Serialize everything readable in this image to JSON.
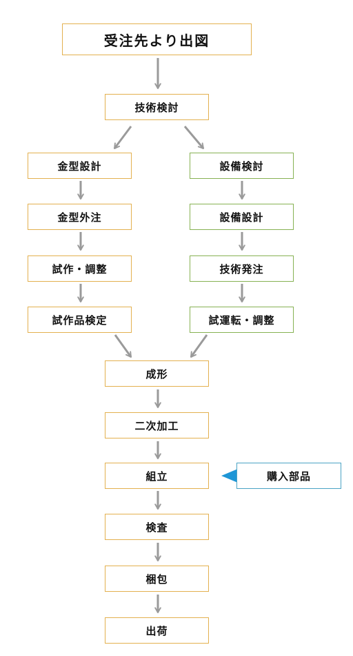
{
  "flow": {
    "start": "受注先より出図",
    "tech_review": "技術検討",
    "left_branch": [
      "金型設計",
      "金型外注",
      "試作・調整",
      "試作品検定"
    ],
    "right_branch": [
      "設備検討",
      "設備設計",
      "技術発注",
      "試運転・調整"
    ],
    "main": [
      "成形",
      "二次加工",
      "組立",
      "検査",
      "梱包",
      "出荷"
    ],
    "side_input": "購入部品"
  },
  "colors": {
    "orange_border": "#e3b04e",
    "green_border": "#86b152",
    "blue_border": "#4aa3c4",
    "arrow_gray": "#9a9a9a",
    "triangle_blue": "#1e96d6"
  }
}
